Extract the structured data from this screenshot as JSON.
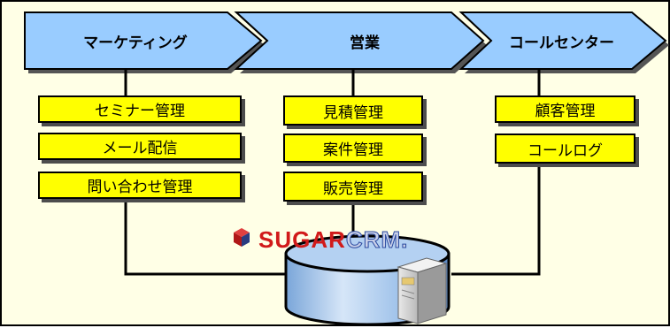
{
  "phases": [
    {
      "label": "マーケティング"
    },
    {
      "label": "営業"
    },
    {
      "label": "コールセンター"
    }
  ],
  "marketing_items": [
    "セミナー管理",
    "メール配信",
    "問い合わせ管理"
  ],
  "sales_items": [
    "見積管理",
    "案件管理",
    "販売管理"
  ],
  "callcenter_items": [
    "顧客管理",
    "コールログ"
  ],
  "logo": {
    "part1": "SUGAR",
    "part2": "CRM",
    "suffix": "."
  },
  "colors": {
    "arrow_fill": "#99ccff",
    "box_fill": "#ffff00",
    "background": "#ffffe6",
    "database_fill": "#99c2ee"
  }
}
